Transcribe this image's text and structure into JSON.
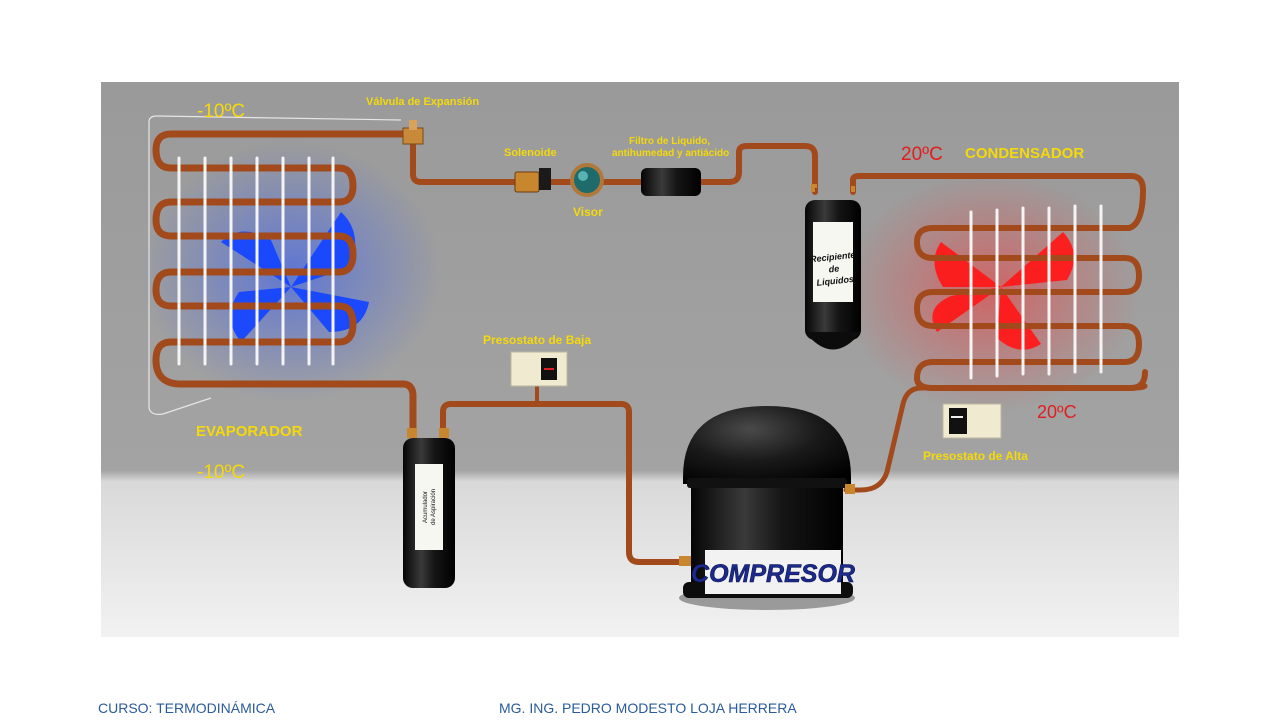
{
  "diagram": {
    "evaporator": {
      "label": "EVAPORADOR",
      "temp_top": "-10ºC",
      "temp_bottom": "-10ºC"
    },
    "expansion_valve": {
      "label": "Válvula de Expansión"
    },
    "solenoid": {
      "label": "Solenoide"
    },
    "sight_glass": {
      "label": "Visor"
    },
    "filter": {
      "label_line1": "Filtro de Liquido,",
      "label_line2": "antihumedad y antiácido"
    },
    "receiver": {
      "label_line1": "Recipiente",
      "label_line2": "de",
      "label_line3": "Liquidos"
    },
    "condenser": {
      "label": "CONDENSADOR",
      "temp_top": "20ºC",
      "temp_right": "20ºC"
    },
    "low_pressure_switch": {
      "label": "Presostato de Baja"
    },
    "high_pressure_switch": {
      "label": "Presostato de Alta"
    },
    "accumulator": {
      "label_line1": "Acumulador",
      "label_line2": "de Aspiración"
    },
    "compressor": {
      "label": "COMPRESOR"
    },
    "colors": {
      "yellow_label": "#f5d90a",
      "red_label": "#e21e1e",
      "copper": "#a24a1c",
      "cold_fan": "#1646ff",
      "hot_fan": "#ff1a1a"
    }
  },
  "footer": {
    "course": "CURSO: TERMODINÁMICA",
    "author": "MG. ING. PEDRO MODESTO LOJA HERRERA"
  }
}
